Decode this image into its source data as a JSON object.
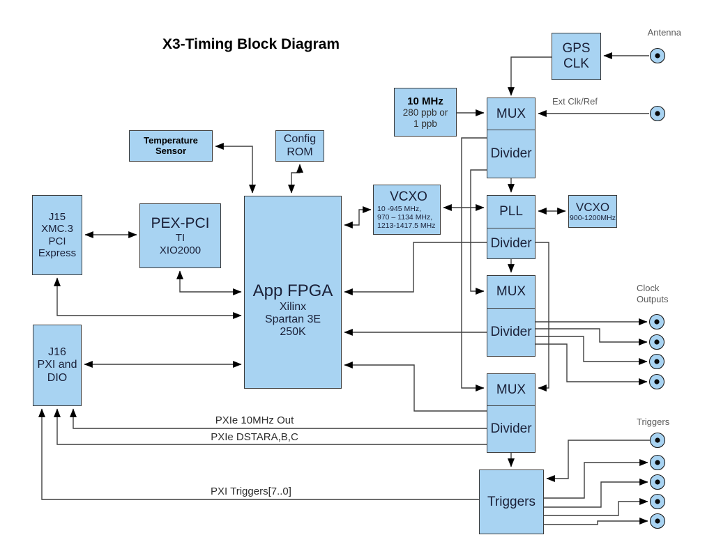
{
  "title": "X3-Timing Block Diagram",
  "colors": {
    "block_fill": "#A8D3F2",
    "block_border": "#3B3B3B",
    "block_text": "#1A2038",
    "connector": "#3F3F3F",
    "arrow": "#000000",
    "label_text": "#5A5A5A",
    "bus_text": "#2E2E2E",
    "title_text": "#000000",
    "background": "#FFFFFF"
  },
  "blocks": {
    "gps_clk": {
      "lines": [
        "GPS",
        "CLK"
      ]
    },
    "mux_div_top": {
      "mux": "MUX",
      "divider": "Divider"
    },
    "osc_10mhz": {
      "title": "10 MHz",
      "lines": [
        "280 ppb or",
        "1 ppb"
      ]
    },
    "pll_div": {
      "pll": "PLL",
      "divider": "Divider"
    },
    "vcxo_pll": {
      "title": "VCXO",
      "range": "900-1200MHz"
    },
    "vcxo_fpga": {
      "title": "VCXO",
      "ranges": [
        "10 -945 MHz,",
        "970 – 1134 MHz,",
        "1213-1417.5 MHz"
      ]
    },
    "temp_sensor": {
      "lines": [
        "Temperature",
        "Sensor"
      ]
    },
    "config_rom": {
      "lines": [
        "Config",
        "ROM"
      ]
    },
    "app_fpga": {
      "title": "App FPGA",
      "lines": [
        "Xilinx",
        "Spartan 3E",
        "250K"
      ]
    },
    "j15": {
      "lines": [
        "J15",
        "XMC.3",
        "PCI",
        "Express"
      ]
    },
    "pex_pci": {
      "title": "PEX-PCI",
      "lines": [
        "TI",
        "XIO2000"
      ]
    },
    "mux_div_mid": {
      "mux": "MUX",
      "divider": "Divider"
    },
    "mux_div_bot": {
      "mux": "MUX",
      "divider": "Divider"
    },
    "j16": {
      "lines": [
        "J16",
        "PXI and",
        "DIO"
      ]
    },
    "triggers": {
      "label": "Triggers"
    }
  },
  "ports": {
    "antenna": {
      "label": "Antenna"
    },
    "ext_clk_ref": {
      "label": "Ext Clk/Ref"
    },
    "clock_outputs": {
      "label_lines": [
        "Clock",
        "Outputs"
      ]
    },
    "trigger_io": {
      "label": "Triggers"
    }
  },
  "buses": {
    "pxie_10mhz": "PXIe 10MHz Out",
    "pxie_dstar": "PXIe DSTARA,B,C",
    "pxi_triggers": "PXI Triggers[7..0]"
  }
}
